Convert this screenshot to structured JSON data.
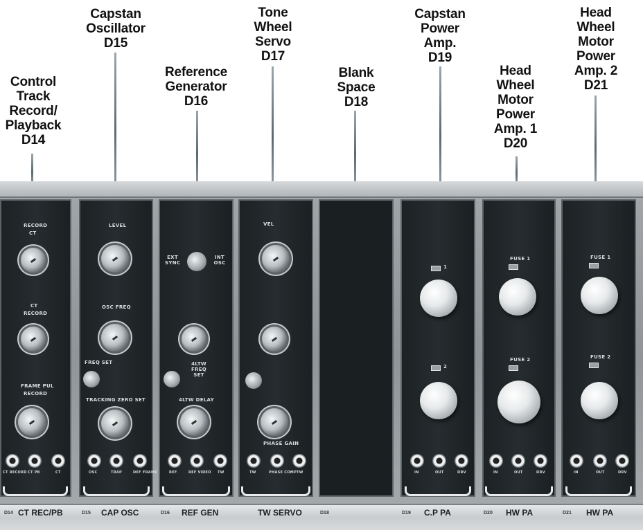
{
  "captions": {
    "d14": [
      "Control",
      "Track",
      "Record/",
      "Playback",
      "D14"
    ],
    "d15": [
      "Capstan",
      "Oscillator",
      "D15"
    ],
    "d16": [
      "Reference",
      "Generator",
      "D16"
    ],
    "d17": [
      "Tone",
      "Wheel",
      "Servo",
      "D17"
    ],
    "d18": [
      "Blank",
      "Space",
      "D18"
    ],
    "d19": [
      "Capstan",
      "Power",
      "Amp.",
      "D19"
    ],
    "d20": [
      "Head",
      "Wheel",
      "Motor",
      "Power",
      "Amp. 1",
      "D20"
    ],
    "d21": [
      "Head",
      "Wheel",
      "Motor",
      "Power",
      "Amp. 2",
      "D21"
    ]
  },
  "panels": {
    "d14": {
      "labels": [
        "RECORD",
        "CT",
        "CT",
        "RECORD",
        "FRAME PUL",
        "RECORD"
      ],
      "jacks": [
        "CT RECORD",
        "CT PB",
        "CT"
      ]
    },
    "d15": {
      "labels": [
        "LEVEL",
        "OSC FREQ",
        "FREQ SET",
        "TRACKING ZERO SET"
      ],
      "jacks": [
        "OSC",
        "TRAP",
        "DEF FRAME"
      ]
    },
    "d16": {
      "labels": [
        "EXT SYNC",
        "INT OSC",
        "4LTW FREQ SET",
        "4LTW DELAY"
      ],
      "jacks": [
        "REF",
        "REF VIDEO",
        "TW"
      ]
    },
    "d17": {
      "labels": [
        "VEL",
        "PHASE GAIN"
      ],
      "jacks": [
        "TW",
        "PHASE COMP",
        "TW"
      ]
    },
    "d19": {
      "labels": [
        "1",
        "2"
      ],
      "jacks": [
        "IN",
        "OUT",
        "DRV"
      ]
    },
    "d20": {
      "labels": [
        "FUSE 1",
        "FUSE 2"
      ],
      "jacks": [
        "IN",
        "OUT",
        "DRV"
      ]
    },
    "d21": {
      "labels": [
        "FUSE 1",
        "FUSE 2"
      ],
      "jacks": [
        "IN",
        "OUT",
        "DRV"
      ]
    }
  },
  "bottom_labels": {
    "d14": {
      "num": "D14",
      "label": "CT REC/PB"
    },
    "d15": {
      "num": "D15",
      "label": "CAP OSC"
    },
    "d16": {
      "num": "D16",
      "label": "REF GEN"
    },
    "d17": {
      "num": "",
      "label": "TW SERVO"
    },
    "d18": {
      "num": "D18",
      "label": ""
    },
    "d19": {
      "num": "D19",
      "label": "C.P PA"
    },
    "d20": {
      "num": "D20",
      "label": "HW PA"
    },
    "d21": {
      "num": "D21",
      "label": "HW PA"
    }
  },
  "colors": {
    "panel": "#22282b",
    "rack": "#9fa4a7",
    "leader": "#5b6a72"
  }
}
